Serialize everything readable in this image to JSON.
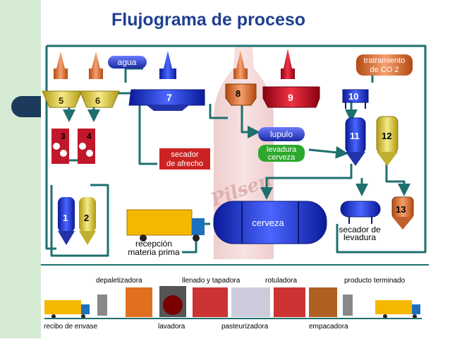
{
  "slide": {
    "title": "Flujograma de proceso"
  },
  "diagram": {
    "numbers": {
      "n1": "1",
      "n2": "2",
      "n3": "3",
      "n4": "4",
      "n5": "5",
      "n6": "6",
      "n7": "7",
      "n8": "8",
      "n9": "9",
      "n10": "10",
      "n11": "11",
      "n12": "12",
      "n13": "13"
    },
    "labels": {
      "agua": "agua",
      "tratamiento_line1": "tratramiento",
      "tratamiento_line2": "de CO 2",
      "lupulo": "lupulo",
      "levadura_cerveza_line1": "levadura",
      "levadura_cerveza_line2": "cerveza",
      "secador_afrecho_line1": "secador",
      "secador_afrecho_line2": "de afrecho",
      "cerveza": "cerveza",
      "secador_levadura_line1": "secador de",
      "secador_levadura_line2": "levadura",
      "recepcion_line1": "recepción",
      "recepcion_line2": "materia prima",
      "bottle_logo": "Pilsen"
    },
    "line_labels": {
      "depaletizadora": "depaletizadora",
      "llenado": "llenado y tapadora",
      "rotuladora": "rotuladora",
      "producto_terminado": "producto terminado",
      "recibo": "recibo de envase",
      "lavadora": "lavadora",
      "pasteurizadora": "pasteurizadora",
      "empacadora": "empacadora"
    },
    "colors": {
      "pipe": "#1f6f6f",
      "tank_blue": "#2233cc",
      "tank_yellow": "#e6d24a",
      "tank_orange": "#e07a3a",
      "tank_red": "#cc2233",
      "label_red": "#cc2222",
      "truck_yellow": "#f5b800",
      "title_blue": "#1f3f8f"
    }
  }
}
